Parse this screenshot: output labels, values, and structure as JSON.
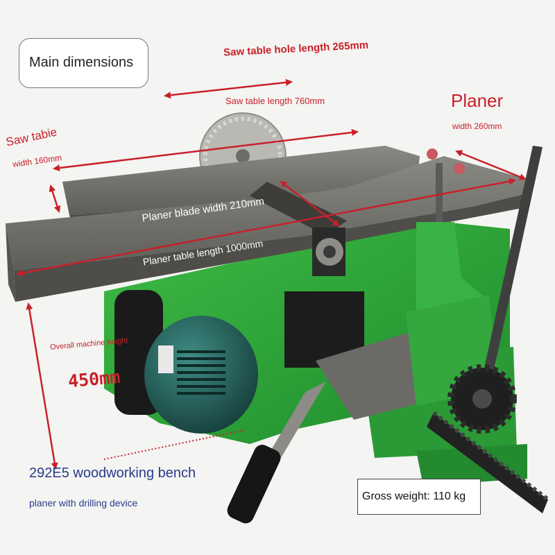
{
  "colors": {
    "annotation_red": "#c8202a",
    "machine_green": "#2fa23a",
    "steel_table": "#6f6e69",
    "motor_teal": "#1f5f5a",
    "background": "#f4f4f2"
  },
  "title_box": {
    "text": "Main dimensions"
  },
  "labels": {
    "saw_hole": "Saw table hole length 265mm",
    "saw_length": "Saw table length 760mm",
    "planer": "Planer",
    "planer_width": "width 260mm",
    "saw_table": "Saw tabie",
    "saw_width": "width 160mm",
    "blade_width": "Planer blade width 210mm",
    "planer_length": "Planer table length 1000mm",
    "height_label": "Overall machine height",
    "height_value": "450mm"
  },
  "product": {
    "name": "292E5 woodworking bench",
    "subtitle": "planer with drilling device"
  },
  "weight_box": {
    "text": "Gross weight: 110 kg"
  },
  "icons": [
    "saw-blade-icon",
    "motor-icon",
    "drill-chuck-icon",
    "handwheel-icon",
    "gear-rack-icon",
    "lever-handle-icon"
  ]
}
